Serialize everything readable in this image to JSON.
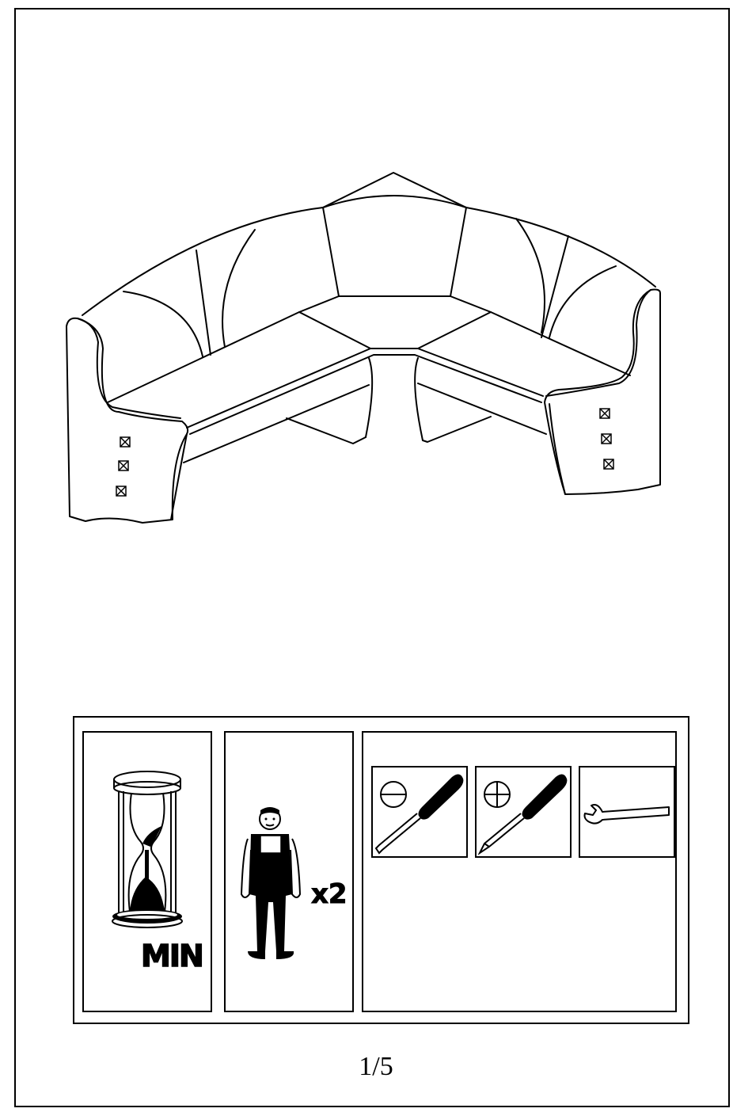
{
  "assembly": {
    "time_label": "MIN",
    "people_count": "x2",
    "page_number": "1/5"
  },
  "icons": {
    "time": "hourglass-icon",
    "people": "worker-icon",
    "tool_1": "flat-screwdriver-icon",
    "tool_2": "phillips-screwdriver-icon",
    "tool_3": "wrench-icon"
  },
  "colors": {
    "line": "#000000",
    "background": "#ffffff"
  }
}
